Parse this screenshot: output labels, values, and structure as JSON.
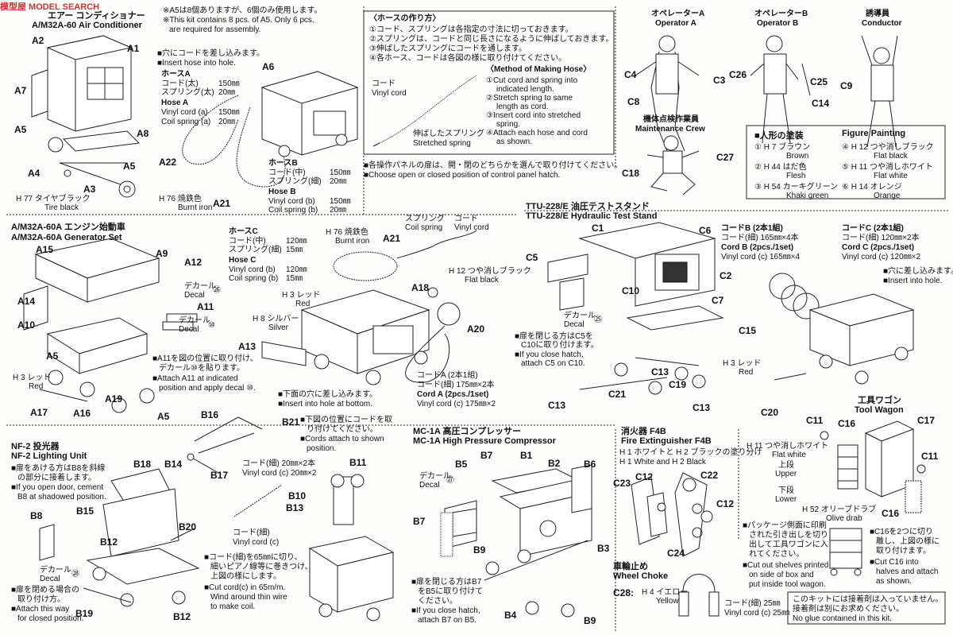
{
  "watermark": "模型屋 MODEL SEARCH",
  "headerNote": {
    "jp": "※A5は8個ありますが、6個のみ使用します。",
    "en1": "※This kit contains 8 pcs. of A5. Only 6 pcs.",
    "en2": "are required for assembly."
  },
  "aircon": {
    "title": "A/M32A-60 Air Conditioner",
    "titlePrefix": "エアー コンディショナー",
    "labels": [
      "A1",
      "A2",
      "A7",
      "A5",
      "A8",
      "A4",
      "A5",
      "A3",
      "A6",
      "A22",
      "A21"
    ],
    "insertJp": "■穴にコードを差し込みます。",
    "insertEn": "■Insert hose into hole.",
    "tire": "H 77 タイヤブラック",
    "tireEn": "Tire black",
    "burnt": "H 76 焼鉄色",
    "burntEn": "Burnt iron",
    "hoseA": [
      "ホースA",
      "コード(太)",
      "スプリング(太)",
      "Hose A",
      "Vinyl cord (a)",
      "Coil spring (a)"
    ],
    "hoseAvals": [
      "150㎜",
      "20㎜",
      "150㎜",
      "20㎜"
    ],
    "hoseB": [
      "ホースB",
      "コード(中)",
      "スプリング(細)",
      "Hose B",
      "Vinyl cord (b)",
      "Coil spring (b)"
    ],
    "hoseBvals": [
      "150㎜",
      "20㎜",
      "150㎜",
      "20㎜"
    ]
  },
  "hoseMethod": {
    "title": "〈ホースの作り方〉",
    "jp": [
      "①コード、スプリングは各指定の寸法に切っておきます。",
      "②スプリングは、コードと同じ長さになるように伸ばしておきます。",
      "③伸ばしたスプリングにコードを通します。",
      "④各ホース、コードは各図の様に取り付けてください。"
    ],
    "enTitle": "〈Method of Making Hose〉",
    "en": [
      "①Cut cord and spring into",
      "indicated length.",
      "②Stretch spring to same",
      "length as cord.",
      "③Insert cord into stretched",
      "spring.",
      "④Attach each hose and cord",
      "as shown."
    ],
    "cordLabel": "コード",
    "cordEn": "Vinyl cord",
    "springLabel": "伸ばしたスプリング",
    "springEn": "Stretched spring"
  },
  "hatchNote": {
    "jp": "■各操作パネルの扉は、開・閉のどちらかを選んで取り付けてください。",
    "en": "■Choose open or closed position of control panel hatch."
  },
  "figures": {
    "opA": {
      "jp": "オペレーターA",
      "en": "Operator A",
      "parts": [
        "C4",
        "C3",
        "C8"
      ]
    },
    "opB": {
      "jp": "オペレーターB",
      "en": "Operator B",
      "parts": [
        "C26",
        "C25",
        "C14"
      ]
    },
    "cond": {
      "jp": "誘導員",
      "en": "Conductor",
      "parts": [
        "C9"
      ]
    },
    "maint": {
      "jp": "機体点検作業員",
      "en": "Maintenance Crew",
      "parts": [
        "C18",
        "C27"
      ]
    }
  },
  "painting": {
    "titleJp": "■人形の塗装",
    "titleEn": "Figure Painting",
    "rows": [
      [
        "①",
        "H 7",
        "ブラウン",
        "Brown"
      ],
      [
        "④",
        "H 12",
        "つや消しブラック",
        "Flat black"
      ],
      [
        "②",
        "H 44",
        "はだ色",
        "Flesh"
      ],
      [
        "⑤",
        "H 11",
        "つや消しホワイト",
        "Flat white"
      ],
      [
        "③",
        "H 54",
        "カーキグリーン",
        "Khaki green"
      ],
      [
        "⑥",
        "H 14",
        "オレンジ",
        "Orange"
      ]
    ]
  },
  "generator": {
    "titleJp": "A/M32A-60A エンジン始動車",
    "titleEn": "A/M32A-60A Generator Set",
    "labels": [
      "A15",
      "A9",
      "A12",
      "A14",
      "A11",
      "A10",
      "A5",
      "A19",
      "A17",
      "A16",
      "A5",
      "A18",
      "A13",
      "A20",
      "A21"
    ],
    "decal26": "デカール",
    "decal26en": "Decal",
    "decal26n": "㉖",
    "decal10": "デカール",
    "decal10en": "Decal",
    "decal10n": "⑩",
    "red": "H 3 レッド",
    "redEn": "Red",
    "a11jp1": "■A11を図の位置に取り付け、",
    "a11jp2": "デカール⑩を貼ります。",
    "a11en1": "■Attach A11 at indicated",
    "a11en2": "position and apply decal ⑩.",
    "hoseC": [
      "ホースC",
      "コード(中)",
      "スプリング(細)",
      "Hose C",
      "Vinyl cord (b)",
      "Coil spring (b)"
    ],
    "hoseCvals": [
      "120㎜",
      "15㎜",
      "120㎜",
      "15㎜"
    ],
    "burnt": "H 76 焼鉄色",
    "burntEn": "Burnt iron",
    "silver": "H 8 シルバー",
    "silverEn": "Silver",
    "spring": "スプリング",
    "springEn": "Coil spring",
    "cord": "コード",
    "cordEn": "Vinyl cord",
    "flat": "H 12 つや消しブラック",
    "flatEn": "Flat black",
    "cordA": [
      "コードA (2本1組)",
      "コード(細) 175㎜×2本",
      "Cord A (2pcs./1set)",
      "Vinyl cord (c) 175㎜×2"
    ],
    "bottomJp": "■下面の穴に差し込みます。",
    "bottomEn": "■Insert into hole at bottom."
  },
  "ttu": {
    "titleJp": "TTU-228/E 油圧テストスタンド",
    "titleEn": "TTU-228/E Hydraulic Test Stand",
    "labels": [
      "C1",
      "C6",
      "C5",
      "C2",
      "C10",
      "C7",
      "C13",
      "C19",
      "C21",
      "C13",
      "C13",
      "C15",
      "C20"
    ],
    "decal": "デカール",
    "decalEn": "Decal",
    "decalN": "㉕",
    "hatchJp1": "■扉を閉じる方はC5を",
    "hatchJp2": "C10に取り付けます。",
    "hatchEn1": "■If you close hatch,",
    "hatchEn2": "attach C5 on C10.",
    "cordB": [
      "コードB (2本1組)",
      "コード(細) 165㎜×4本",
      "Cord B (2pcs./1set)",
      "Vinyl cord (c) 165㎜×4"
    ],
    "cordC": [
      "コードC (2本1組)",
      "コード(細) 120㎜×2本",
      "Cord C (2pcs./1set)",
      "Vinyl cord (c) 120㎜×2"
    ],
    "insertJp": "■穴に差し込みます。",
    "insertEn": "■Insert into hole.",
    "red": "H 3 レッド",
    "redEn": "Red"
  },
  "nf2": {
    "titleJp": "NF-2 投光器",
    "titleEn": "NF-2 Lighting Unit",
    "labels": [
      "B16",
      "B21",
      "B17",
      "B18",
      "B14",
      "B11",
      "B8",
      "B15",
      "B10",
      "B13",
      "B20",
      "B12",
      "B19",
      "B12"
    ],
    "noteJp1": "■扉をあける方はB8を斜線",
    "noteJp2": "の部分に接着します。",
    "noteEn1": "■If you open door, cement",
    "noteEn2": "B8 at shadowed position.",
    "decal": "デカール",
    "decalEn": "Decal",
    "decalN": "㉘",
    "closeJp": "■扉を閉める場合の",
    "closeJp2": "取り付け方。",
    "closeEn1": "■Attach this way",
    "closeEn2": "for closed position.",
    "cordsJp1": "■下図の位置にコードを取",
    "cordsJp2": "り付けてください。",
    "cordsEn1": "■Cords attach to shown",
    "cordsEn2": "position.",
    "cordC": [
      "コード(細) 20㎜×2本",
      "Vinyl cord (c) 20㎜×2"
    ],
    "coilLabel": "コード(細)",
    "coilEn": "Vinyl cord (c)",
    "cutJp1": "■コード(細)を65㎜に切り、",
    "cutJp2": "細いピアノ線等に巻きつけ、",
    "cutJp3": "上図の様にします。",
    "cutEn1": "■Cut cord(c) in 65m/m.",
    "cutEn2": "Wind around thin wire",
    "cutEn3": "to make coil."
  },
  "mc1a": {
    "titleJp": "MC-1A 高圧コンプレッサー",
    "titleEn": "MC-1A High Pressure Compressor",
    "labels": [
      "B7",
      "B1",
      "B2",
      "B5",
      "B6",
      "B7",
      "B3",
      "B9",
      "B4",
      "B9"
    ],
    "decal": "デカール",
    "decalEn": "Decal",
    "decalN": "㉗",
    "hatchJp1": "■扉を閉じる方はB7",
    "hatchJp2": "をB5に取り付けて",
    "hatchJp3": "ください。",
    "hatchEn1": "■If you close hatch,",
    "hatchEn2": "attach B7 on B5."
  },
  "fire": {
    "titleJp": "消火器 F4B",
    "titleEn": "Fire Extinguisher F4B",
    "paint": "H 1 ホワイトと H 2 ブラックの塗り分け",
    "paintEn": "H 1 White and H 2 Black",
    "labels": [
      "C12",
      "C22",
      "C23",
      "C12",
      "C24"
    ]
  },
  "choke": {
    "titleJp": "車輪止め",
    "titleEn": "Wheel Choke",
    "part": "C28:",
    "paint": "H 4 イエロー",
    "paintEn": "Yellow",
    "cord": "コード(細) 25㎜",
    "cordEn": "Vinyl cord (c) 25㎜"
  },
  "wagon": {
    "titleJp": "工具ワゴン",
    "titleEn": "Tool Wagon",
    "labels": [
      "C11",
      "C16",
      "C17",
      "C11",
      "C16"
    ],
    "flatWhite": "H 11 つや消しホワイト",
    "flatWhiteEn": "Flat white",
    "upperJp": "上段",
    "upperEn": "Upper",
    "lowerJp": "下段",
    "lowerEn": "Lower",
    "olive": "H 52 オリーブドラブ",
    "oliveEn": "Olive drab",
    "pkgJp": [
      "■パッケージ側面に印刷",
      "された引き出しを切り",
      "出して工具ワゴンに入",
      "れてください。"
    ],
    "pkgEn": [
      "■Cut out shelves printed",
      "on side of box and",
      "put inside tool wagon."
    ],
    "c16Jp": [
      "■C16を2つに切り",
      "離し、上図の様に",
      "取り付けます。"
    ],
    "c16En": [
      "■Cut C16 into",
      "halves and attach",
      "as shown."
    ]
  },
  "footer": {
    "jp1": "このキットには接着剤は入っていません。",
    "jp2": "接着剤は別にお求めください。",
    "en": "No glue contained in this kit."
  }
}
